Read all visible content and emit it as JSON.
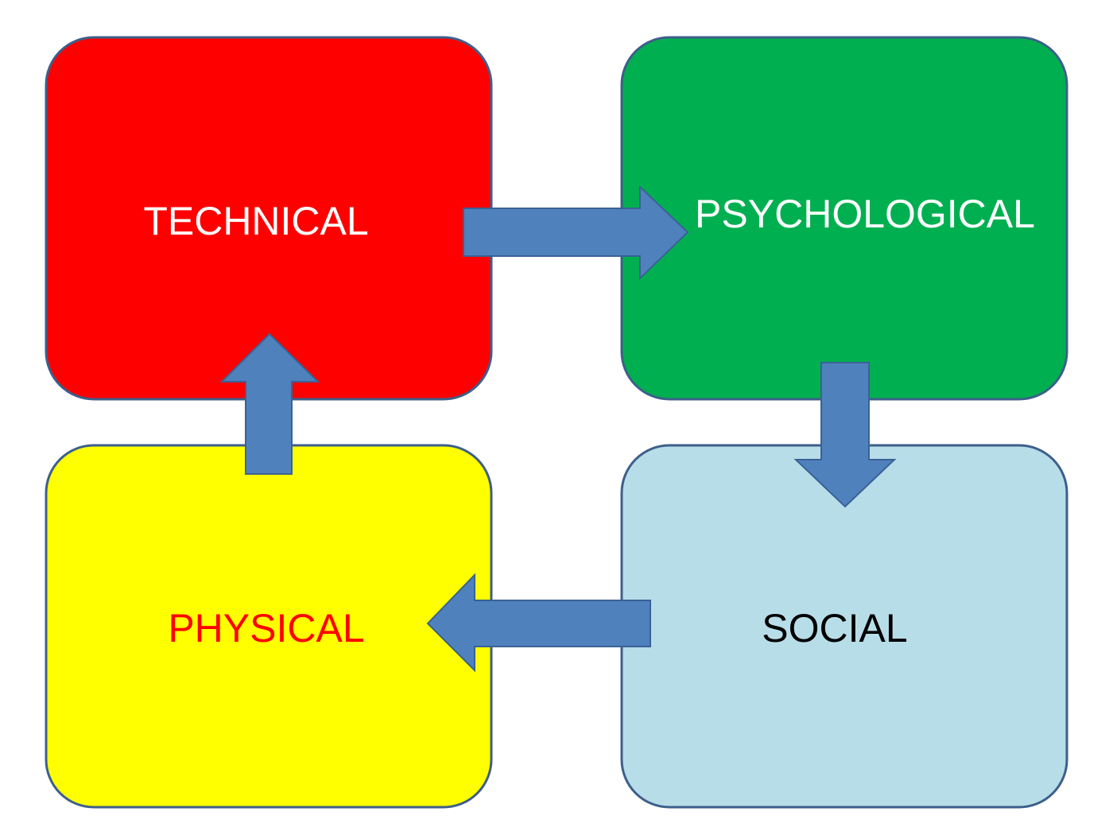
{
  "diagram": {
    "boxes": {
      "technical": {
        "label": "TECHNICAL",
        "fill": "#ff0000",
        "text_color": "#ffffff"
      },
      "psychological": {
        "label": "PSYCHOLOGICAL",
        "fill": "#00b050",
        "text_color": "#ffffff"
      },
      "social": {
        "label": "SOCIAL",
        "fill": "#b7dde8",
        "text_color": "#000000"
      },
      "physical": {
        "label": "PHYSICAL",
        "fill": "#ffff00",
        "text_color": "#ff0000"
      }
    },
    "box_border_color": "#3d5f8a",
    "arrow_color": "#4f81bd",
    "arrow_border_color": "#3a6294",
    "flow": [
      {
        "from": "TECHNICAL",
        "to": "PSYCHOLOGICAL"
      },
      {
        "from": "PSYCHOLOGICAL",
        "to": "SOCIAL"
      },
      {
        "from": "SOCIAL",
        "to": "PHYSICAL"
      },
      {
        "from": "PHYSICAL",
        "to": "TECHNICAL"
      }
    ]
  }
}
